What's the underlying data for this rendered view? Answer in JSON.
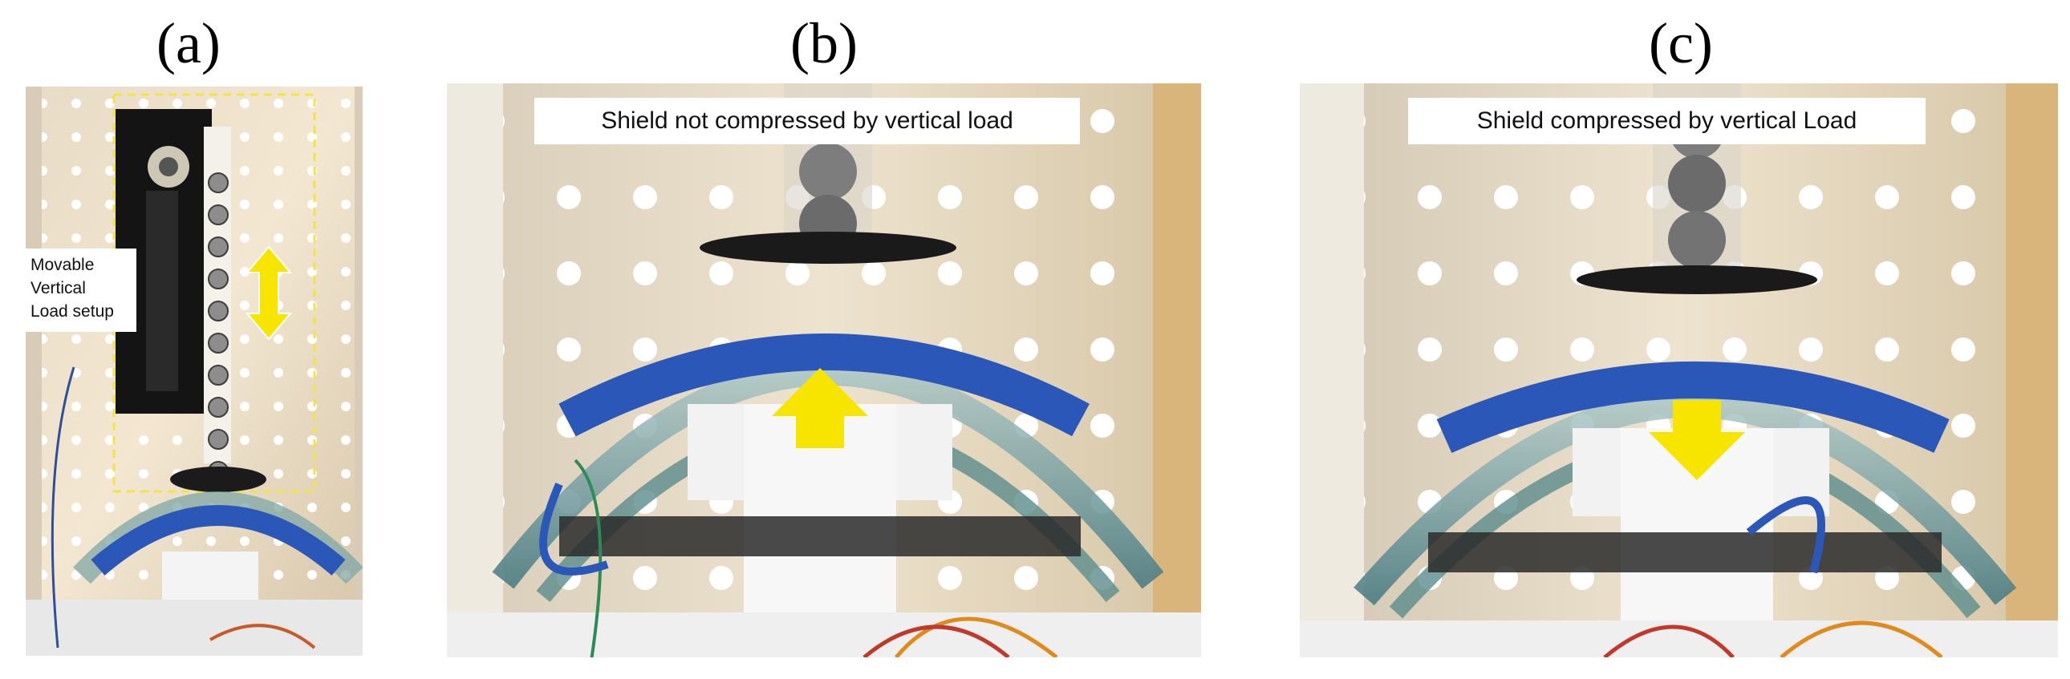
{
  "panels": [
    {
      "label": "(a)"
    },
    {
      "label": "(b)",
      "caption": "Shield not compressed by vertical load"
    },
    {
      "label": "(c)",
      "caption": "Shield compressed by vertical Load"
    }
  ],
  "annotation_a": {
    "lines": [
      "Movable",
      "Vertical",
      "Load setup"
    ]
  },
  "colors": {
    "arrow": "#f7e500",
    "shield_blue": "#2a57b8",
    "pegboard": "#efe4cf",
    "dashed_box": "#f5e24a"
  },
  "icons": [
    "double-headed-arrow-icon",
    "up-arrow-icon",
    "down-arrow-icon"
  ]
}
